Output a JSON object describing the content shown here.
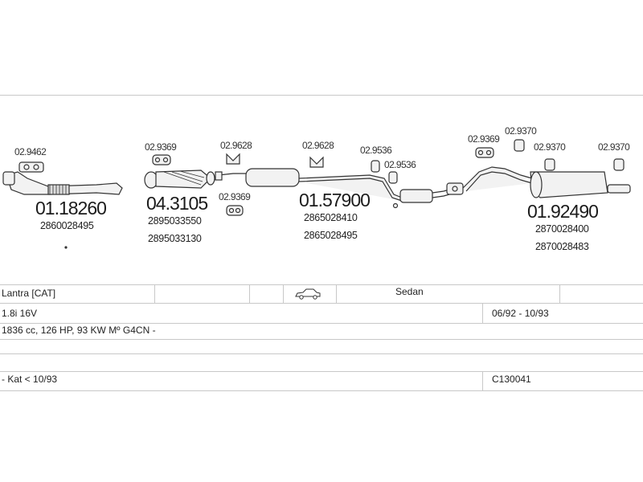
{
  "parts": {
    "gasket_front": "02.9462",
    "front_pipe_code": "01.18260",
    "front_pipe_oem": "2860028495",
    "cat_hanger_top": "02.9369",
    "cat_hanger_rear": "02.9628",
    "cat_hanger_bottom": "02.9369",
    "cat_code": "04.3105",
    "cat_oem_1": "2895033550",
    "cat_oem_2": "2895033130",
    "mid_hanger": "02.9628",
    "mid_code": "01.57900",
    "mid_oem_1": "2865028410",
    "mid_oem_2": "2865028495",
    "mid_hanger_2": "02.9536",
    "mid_hanger_3": "02.9536",
    "rear_hanger_1": "02.9369",
    "rear_hanger_2": "02.9370",
    "rear_hanger_3": "02.9370",
    "rear_hanger_4": "02.9370",
    "rear_code": "01.92490",
    "rear_oem_1": "2870028400",
    "rear_oem_2": "2870028483"
  },
  "vehicle": {
    "model": "Lantra  [CAT]",
    "body": "Sedan",
    "engine": "1.8i 16V",
    "years": "06/92 - 10/93",
    "spec": "1836 cc, 126 HP, 93 KW Mº G4CN -",
    "note": "- Kat < 10/93",
    "ref": "C130041"
  }
}
